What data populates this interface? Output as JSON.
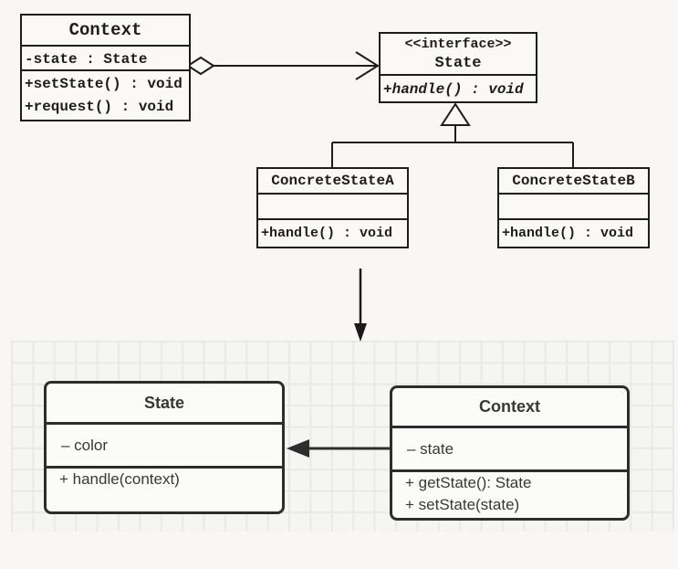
{
  "uml_top": {
    "context_class": {
      "title": "Context",
      "attribute": "-state : State",
      "method1": "+setState() : void",
      "method2": "+request() : void"
    },
    "state_interface": {
      "stereotype": "<<interface>>",
      "title": "State",
      "method": "+handle() : void"
    },
    "concrete_state_a": {
      "title": "ConcreteStateA",
      "method": "+handle() : void"
    },
    "concrete_state_b": {
      "title": "ConcreteStateB",
      "method": "+handle() : void"
    },
    "connectors": {
      "aggregation": "Context aggregates State (hollow diamond, open arrow)",
      "inheritance": "ConcreteStateA and ConcreteStateB realize State (hollow triangle)"
    }
  },
  "transition": {
    "arrow": "down-arrow between top and bottom diagrams"
  },
  "uml_bottom": {
    "state_class": {
      "title": "State",
      "attribute": "– color",
      "method": "+ handle(context)"
    },
    "context_class": {
      "title": "Context",
      "attribute": "– state",
      "method1": "+ getState(): State",
      "method2": "+ setState(state)"
    },
    "connectors": {
      "association": "Context points to State (solid filled arrow)"
    }
  },
  "colors": {
    "page_bg": "#f8f7f4",
    "top_line": "#1d1d1b",
    "bottom_border": "#2d2d2d",
    "grid_bg": "#f5f5f3",
    "grid_line": "#e9e9e7",
    "bottom_text": "#383838"
  }
}
